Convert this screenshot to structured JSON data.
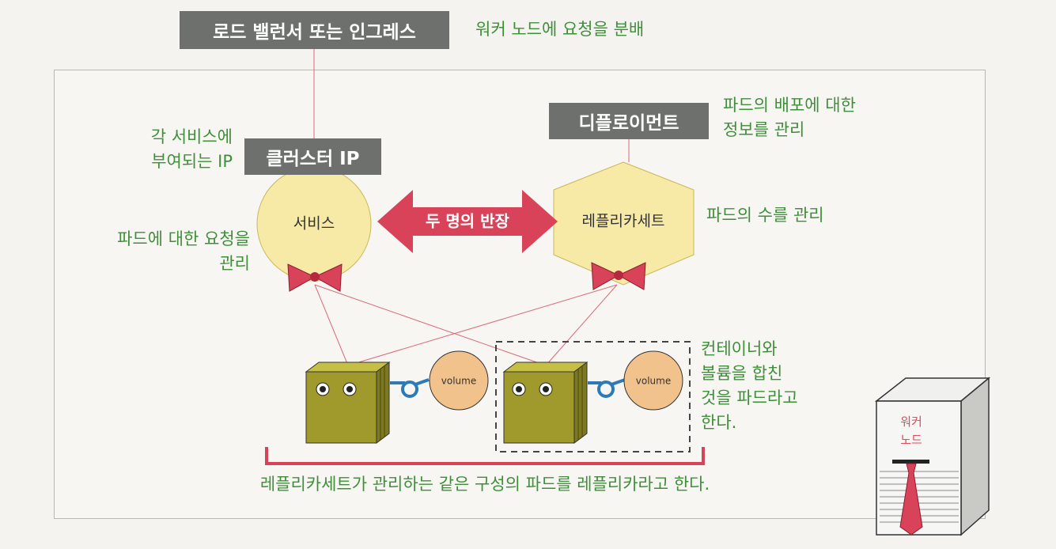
{
  "load_balancer": {
    "label": "로드 밸런서 또는 인그레스",
    "note": "워커 노드에 요청을 분배"
  },
  "cluster_ip": {
    "label": "클러스터 IP",
    "note_lines": [
      "각 서비스에",
      "부여되는 IP"
    ]
  },
  "deployment": {
    "label": "디플로이먼트",
    "note_lines": [
      "파드의 배포에 대한",
      "정보를 관리"
    ]
  },
  "service": {
    "label": "서비스",
    "note_lines": [
      "파드에 대한 요청을",
      "관리"
    ]
  },
  "replicaset": {
    "label": "레플리카세트",
    "note": "파드의 수를 관리"
  },
  "arrow": {
    "label": "두 명의 반장"
  },
  "volumes": [
    "volume",
    "volume"
  ],
  "pod_note_lines": [
    "컨테이너와",
    "볼륨을 합친",
    "것을 파드라고",
    "한다."
  ],
  "bottom_caption": "레플리카세트가 관리하는 같은 구성의 파드를 레플리카라고 한다.",
  "worker_node": {
    "lines": [
      "워커",
      "노드"
    ]
  },
  "colors": {
    "gray_box": "#6d706c",
    "note_green": "#3f8f3a",
    "shape_yellow": "#f7e9a6",
    "arrow_red": "#d9435a",
    "container_olive": "#9f9a2b",
    "volume_orange": "#f2c28c",
    "line_red": "#d96a78",
    "bracket_red": "#d9435a"
  }
}
